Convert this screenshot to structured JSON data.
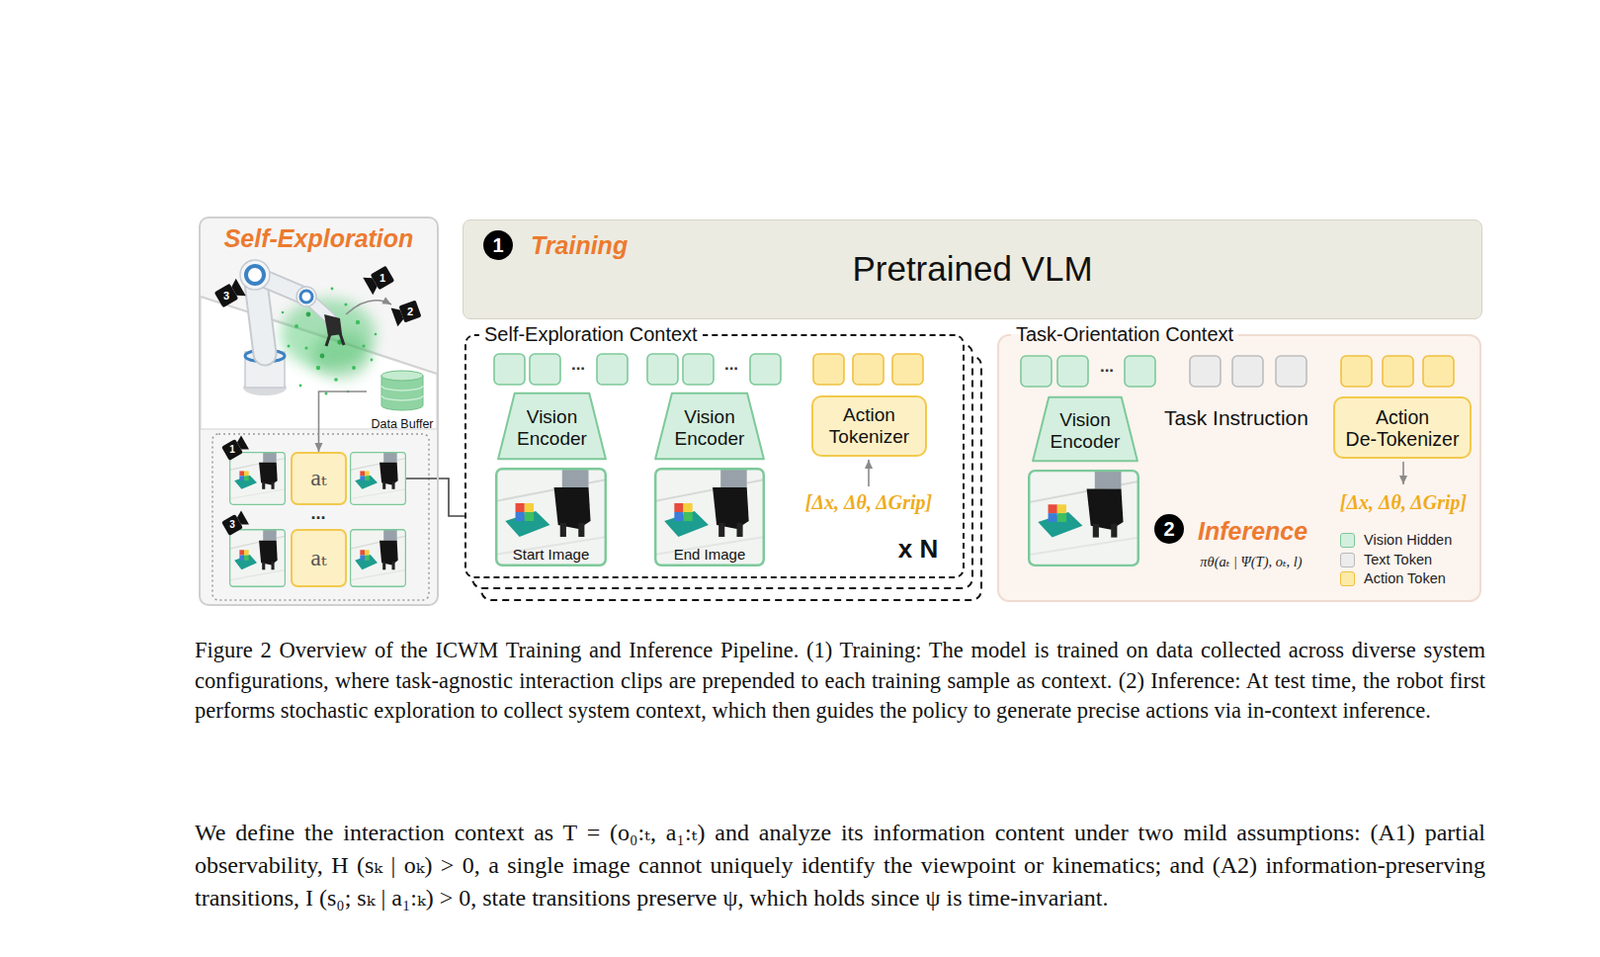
{
  "diagram": {
    "caption": "Figure 2 Overview of the ICWM Training and Inference Pipeline. (1) Training: The model is trained on data collected across diverse system configurations, where task-agnostic interaction clips are prepended to each training sample as context. (2) Inference: At test time, the robot first performs stochastic exploration to collect system context, which then guides the policy to generate precise actions via in-context inference.",
    "nodes": [
      {
        "text": [
          "Self-Exploration"
        ]
      },
      {
        "text": [
          "Data Buffer"
        ],
        "in": 0
      },
      {
        "text": [
          "aₜ"
        ],
        "in": 0
      },
      {
        "text": [
          "aₜ"
        ],
        "in": 0
      },
      {
        "text": [
          "Training",
          "Pretrained VLM"
        ]
      },
      {
        "text": [
          "1"
        ],
        "in": 4
      },
      {
        "text": [
          "Self-Exploration Context",
          "x N"
        ]
      },
      {
        "text": [
          "Vision Encoder"
        ],
        "in": 6
      },
      {
        "text": [
          "Vision Encoder"
        ],
        "in": 6
      },
      {
        "text": [
          "Action Tokenizer"
        ],
        "in": 6
      },
      {
        "text": [
          "Start Image"
        ],
        "in": 6
      },
      {
        "text": [
          "End Image"
        ],
        "in": 6
      },
      {
        "text": [
          "Task-Orientation Context"
        ]
      },
      {
        "text": [
          "Vision Encoder"
        ],
        "in": 12
      },
      {
        "text": [
          "Action De-Tokenizer"
        ],
        "in": 12
      },
      {
        "text": [
          "2"
        ],
        "in": 12
      }
    ],
    "edges": [
      {
        "from": 1,
        "to": 2,
        "arrow": "to"
      }
    ],
    "labels": [
      "3",
      "1",
      "2",
      "1",
      "...",
      "3",
      "...",
      "...",
      "[Δx, Δθ, ΔGrip]",
      "...",
      "Task Instruction",
      "[Δx, Δθ, ΔGrip]",
      "Inference",
      "πθ(aₜ | Ψ(T), oₜ, l)",
      "We define the interaction context as T = (o₀:ₜ, a₁:ₜ) and analyze its information content under two mild assumptions: (A1) partial observability, H (sₖ | oₖ) > 0, a single image cannot uniquely identify the viewpoint or kinematics; and (A2) information-preserving transitions, I (s₀; sₖ | a₁:ₖ) > 0, state transitions preserve ψ, which holds since ψ is time-invariant."
    ],
    "legend": [
      {
        "text": "Vision Hidden",
        "color": "#d4efdf"
      },
      {
        "text": "Text Token",
        "color": "#ececec"
      },
      {
        "text": "Action Token",
        "color": "#fdeaa8"
      }
    ]
  }
}
